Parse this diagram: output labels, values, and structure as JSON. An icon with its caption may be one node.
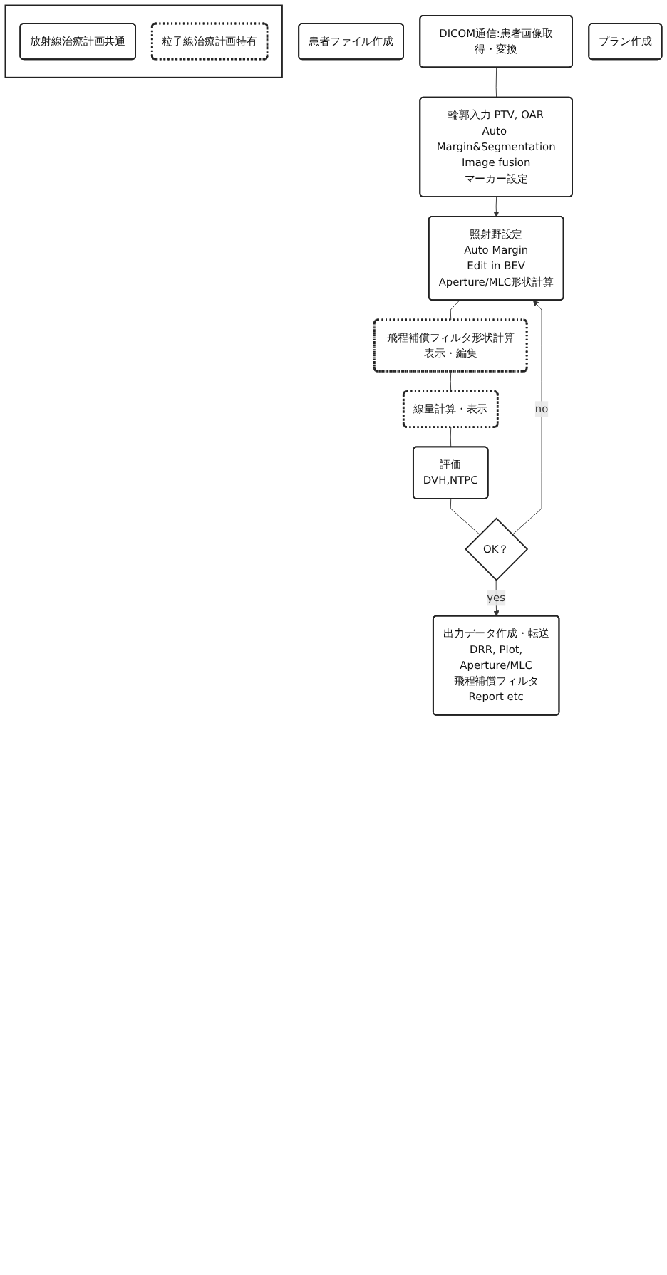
{
  "diagram": {
    "nodes": [
      {
        "text": [
          "患者ファイル作成"
        ]
      },
      {
        "text": [
          "DICOM通信:患者画像取得・変換"
        ]
      },
      {
        "text": [
          "輪郭入力 PTV, OAR",
          "Auto Margin&Segmentation",
          "Image fusion",
          "マーカー設定"
        ]
      },
      {
        "text": [
          "プラン作成"
        ]
      },
      {
        "text": [
          "照射野設定",
          "Auto Margin",
          "Edit in BEV",
          "Aperture/MLC形状計算"
        ]
      },
      {
        "text": [
          "飛程補償フィルタ形状計算表示・編集"
        ]
      },
      {
        "text": [
          "線量計算・表示"
        ]
      },
      {
        "text": [
          "評価",
          "DVH,NTPC"
        ]
      },
      {
        "text": [
          "OK？"
        ]
      },
      {
        "text": [
          "出力データ作成・転送",
          "DRR, Plot,",
          "Aperture/MLC",
          "飛程補償フィルタ",
          "Report etc"
        ]
      },
      {
        "text": [],
        "shape": "box"
      },
      {
        "text": [
          "放射線治療計画共通"
        ],
        "in": 10
      },
      {
        "text": [
          "粒子線治療計画特有"
        ],
        "in": 10
      }
    ],
    "edges": [
      {
        "from": 1,
        "to": 2,
        "arrow": "none"
      },
      {
        "from": 2,
        "to": 4,
        "arrow": "to"
      },
      {
        "from": 4,
        "to": 5,
        "arrow": "none"
      },
      {
        "from": 5,
        "to": 6,
        "arrow": "none"
      },
      {
        "from": 6,
        "to": 7,
        "arrow": "none"
      },
      {
        "from": 7,
        "to": 8,
        "arrow": "none"
      },
      {
        "from": 8,
        "to": 4,
        "arrow": "to",
        "label": "no"
      },
      {
        "from": 8,
        "to": 9,
        "arrow": "to",
        "label": "yes"
      }
    ]
  }
}
